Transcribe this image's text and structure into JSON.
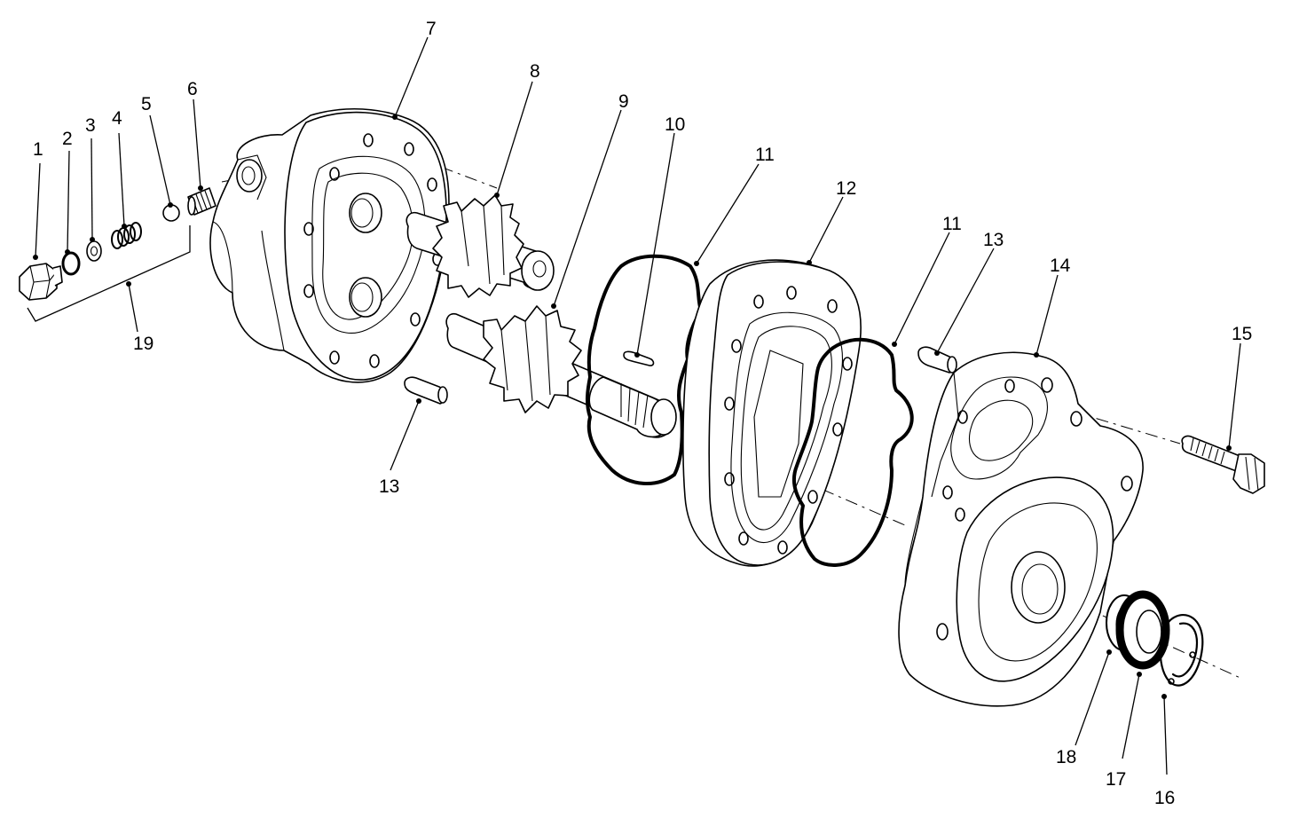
{
  "callouts": [
    {
      "id": "c1",
      "text": "1"
    },
    {
      "id": "c2",
      "text": "2"
    },
    {
      "id": "c3",
      "text": "3"
    },
    {
      "id": "c4",
      "text": "4"
    },
    {
      "id": "c5",
      "text": "5"
    },
    {
      "id": "c6",
      "text": "6"
    },
    {
      "id": "c7",
      "text": "7"
    },
    {
      "id": "c8",
      "text": "8"
    },
    {
      "id": "c9",
      "text": "9"
    },
    {
      "id": "c10",
      "text": "10"
    },
    {
      "id": "c11a",
      "text": "11"
    },
    {
      "id": "c12",
      "text": "12"
    },
    {
      "id": "c11b",
      "text": "11"
    },
    {
      "id": "c13a",
      "text": "13"
    },
    {
      "id": "c14",
      "text": "14"
    },
    {
      "id": "c15",
      "text": "15"
    },
    {
      "id": "c19",
      "text": "19"
    },
    {
      "id": "c13b",
      "text": "13"
    },
    {
      "id": "c18",
      "text": "18"
    },
    {
      "id": "c17",
      "text": "17"
    },
    {
      "id": "c16",
      "text": "16"
    }
  ]
}
